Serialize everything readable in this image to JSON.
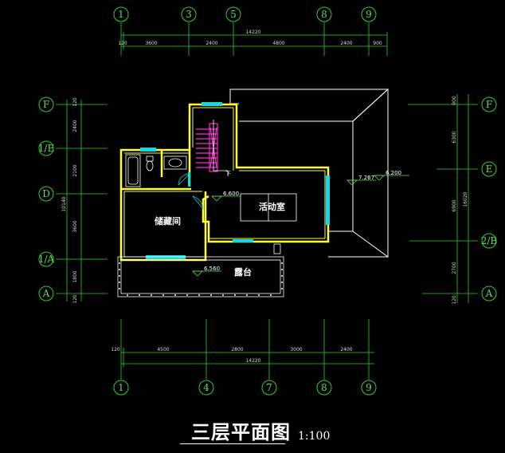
{
  "drawing": {
    "title": "三层平面图",
    "scale": "1:100"
  },
  "axes": {
    "top": [
      "1",
      "3",
      "5",
      "8",
      "9"
    ],
    "bottom": [
      "1",
      "4",
      "7",
      "8",
      "9"
    ],
    "left": [
      "F",
      "1/E",
      "D",
      "1/A",
      "A"
    ],
    "right": [
      "F",
      "E",
      "2/B",
      "A"
    ]
  },
  "dimensions": {
    "top_total": "14220",
    "top_segments": [
      "120",
      "3600",
      "2400",
      "4800",
      "2400",
      "900"
    ],
    "bottom_total": "14220",
    "bottom_segments": [
      "120",
      "4500",
      "2800",
      "3000",
      "2400"
    ],
    "left_total": "10140",
    "left_segments": [
      "120",
      "2400",
      "2100",
      "3600",
      "1800",
      "120"
    ],
    "right_total": "16020",
    "right_segments": [
      "900",
      "6300",
      "6900",
      "2700",
      "120"
    ]
  },
  "rooms": {
    "storage": "储藏间",
    "activity": "活动室",
    "terrace": "露台"
  },
  "levels": {
    "l1": "6.600",
    "l2": "6.560",
    "l3": "7.267",
    "l4": "6.200"
  },
  "stair_mark": "下"
}
